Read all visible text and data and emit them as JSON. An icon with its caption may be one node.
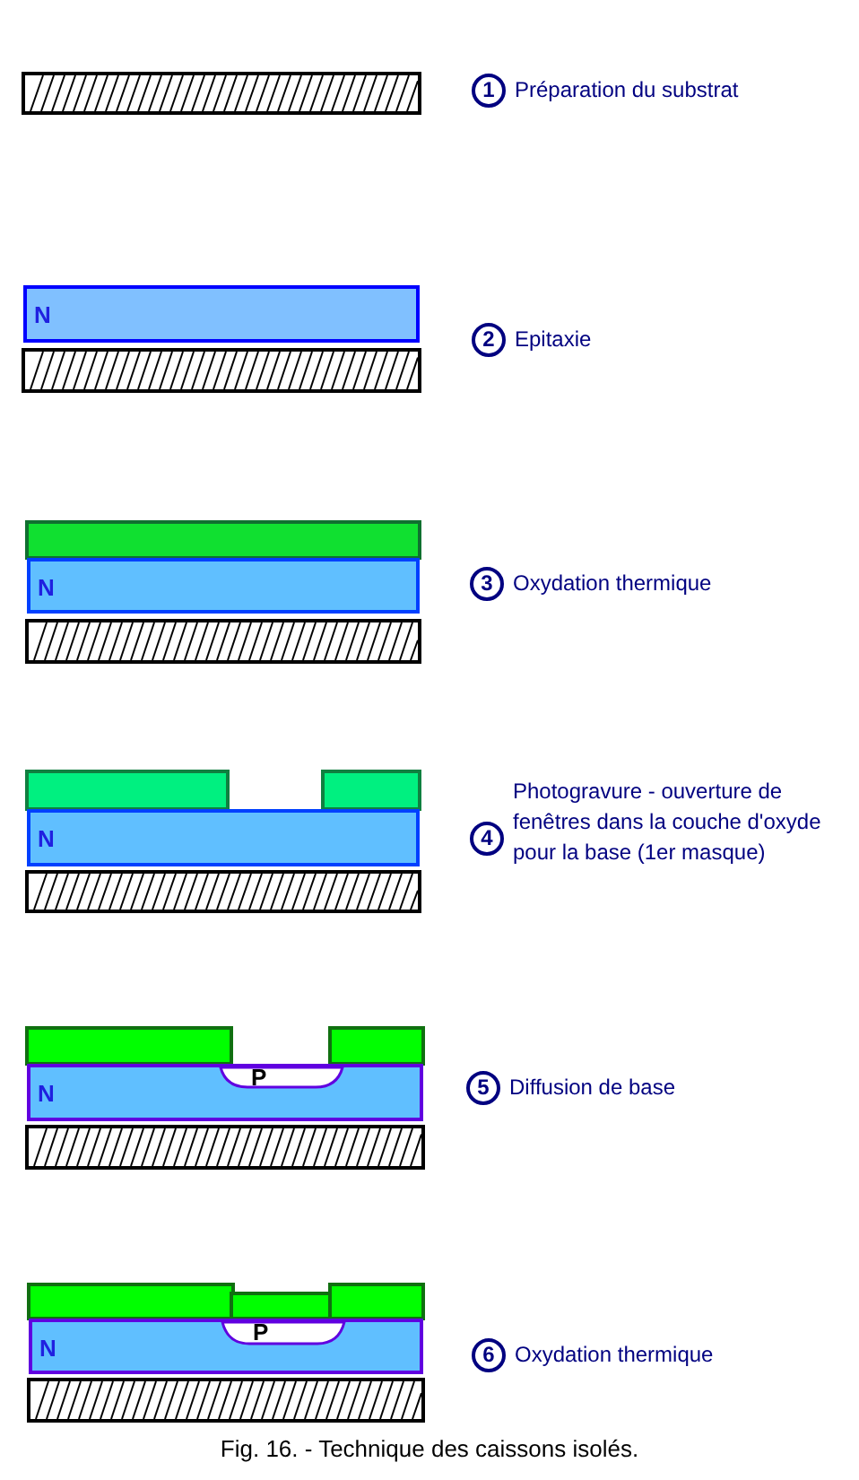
{
  "diagram": {
    "caption": "Fig. 16. - Technique des caissons isolés.",
    "nodes": [
      {
        "text": [
          "1"
        ],
        "beside": [
          "Préparation du substrat"
        ]
      },
      {
        "text": [
          "N"
        ]
      },
      {
        "text": [
          "2"
        ],
        "beside": [
          "Epitaxie"
        ]
      },
      {
        "text": [
          "N"
        ]
      },
      {
        "text": [
          "3"
        ],
        "beside": [
          "Oxydation thermique"
        ]
      },
      {
        "text": [
          "N"
        ]
      },
      {
        "text": [
          "4"
        ],
        "beside": [
          "Photogravure - ouverture de fenêtres dans la couche d'oxyde pour la base (1er masque)"
        ]
      },
      {
        "text": [
          "N"
        ]
      },
      {
        "text": [
          "P"
        ],
        "in": 7
      },
      {
        "text": [
          "5"
        ],
        "beside": [
          "Diffusion de base"
        ]
      },
      {
        "text": [
          "N"
        ]
      },
      {
        "text": [
          "P"
        ],
        "in": 10
      },
      {
        "text": [
          "6"
        ],
        "beside": [
          "Oxydation thermique"
        ]
      }
    ]
  }
}
